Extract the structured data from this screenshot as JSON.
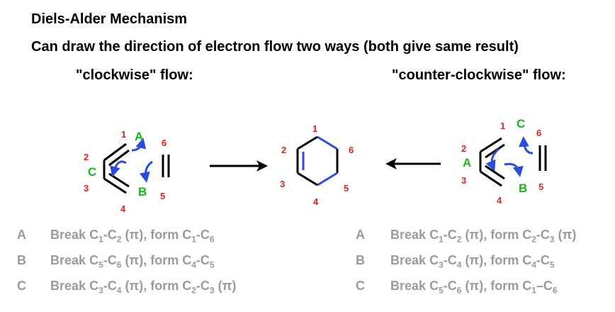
{
  "title": "Diels-Alder Mechanism",
  "subtitle": "Can draw the direction of electron flow two ways (both give same result)",
  "clockwise_label": "\"clockwise\" flow:",
  "counterclockwise_label": "\"counter-clockwise\" flow:",
  "colors": {
    "atom_numbers": "#e02020",
    "arrow_labels": "#18b818",
    "new_bonds": "#2a4ce0",
    "curved_arrows": "#2a4ce0",
    "steps_text": "#9a9a9a"
  },
  "left_structure": {
    "atom_numbers": [
      "1",
      "2",
      "3",
      "4",
      "6",
      "5"
    ],
    "arrow_labels": [
      "A",
      "B",
      "C"
    ]
  },
  "product": {
    "atom_numbers": [
      "1",
      "2",
      "3",
      "4",
      "5",
      "6"
    ]
  },
  "right_structure": {
    "atom_numbers": [
      "1",
      "2",
      "3",
      "4",
      "5",
      "6"
    ],
    "arrow_labels": [
      "A",
      "B",
      "C"
    ]
  },
  "clockwise_steps": [
    {
      "letter": "A",
      "text": "Break C1-C2 (π), form C1-C6"
    },
    {
      "letter": "B",
      "text": "Break C5-C6 (π), form C4-C5"
    },
    {
      "letter": "C",
      "text": "Break C3-C4 (π), form C2-C3 (π)"
    }
  ],
  "counterclockwise_steps": [
    {
      "letter": "A",
      "text": "Break C1-C2 (π), form C2-C3 (π)"
    },
    {
      "letter": "B",
      "text": "Break C3-C4 (π), form C4-C5"
    },
    {
      "letter": "C",
      "text": "Break C5-C6 (π), form C1–C6"
    }
  ]
}
